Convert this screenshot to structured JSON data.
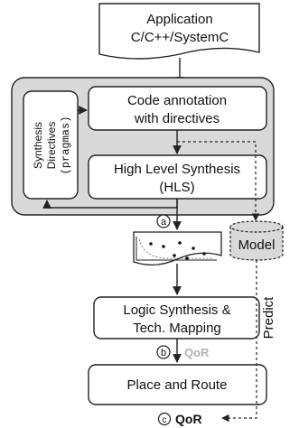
{
  "diagram": {
    "app_box": {
      "line1": "Application",
      "line2": "C/C++/SystemC"
    },
    "code_annotation": {
      "line1": "Code annotation",
      "line2": "with directives"
    },
    "synthesis_directives": {
      "line1": "Synthesis",
      "line2": "Directives",
      "line3": "(pragmas)"
    },
    "hls": {
      "line1": "High Level Synthesis",
      "line2": "(HLS)"
    },
    "marker_a": "a",
    "model": "Model",
    "logic_synthesis": {
      "line1": "Logic Synthesis &",
      "line2": "Tech. Mapping"
    },
    "marker_b": "b",
    "qor_b": "QoR",
    "place_route": "Place and Route",
    "predict": "Predict",
    "marker_c": "c",
    "qor_c": "QoR",
    "colors": {
      "container_fill": "#d9d9d9",
      "qor_faded": "#b3b3b3",
      "stroke": "#222222",
      "box_fill": "#ffffff",
      "model_fill": "#d9d9d9"
    }
  }
}
